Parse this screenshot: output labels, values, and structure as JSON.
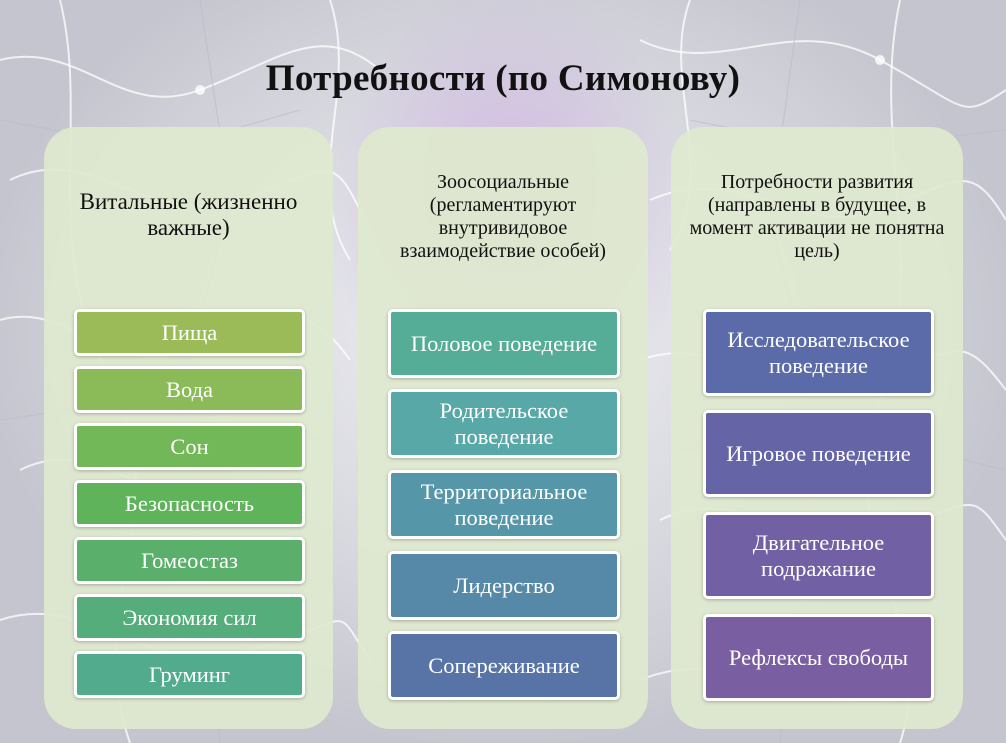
{
  "title": "Потребности (по Симонову)",
  "columns": [
    {
      "heading": "Витальные (жизненно важные)",
      "items": [
        "Пища",
        "Вода",
        "Сон",
        "Безопасность",
        "Гомеостаз",
        "Экономия сил",
        "Груминг"
      ],
      "colors": [
        "#9bbb59",
        "#8bbb59",
        "#72b758",
        "#5fb45b",
        "#5ab06a",
        "#55ad7c",
        "#53ab8d"
      ]
    },
    {
      "heading": "Зоосоциальные (регламентируют внутривидовое взаимодействие особей)",
      "items": [
        "Половое поведение",
        "Родительское поведение",
        "Территориальное поведение",
        "Лидерство",
        "Сопереживание"
      ],
      "colors": [
        "#55ad98",
        "#58a8a8",
        "#5597a9",
        "#5689a8",
        "#5874a6"
      ]
    },
    {
      "heading": "Потребности развития (направлены в будущее, в момент активации не понятна цель)",
      "items": [
        "Исследовательское поведение",
        "Игровое поведение",
        "Двигательное подражание",
        "Рефлексы свободы"
      ],
      "colors": [
        "#5b6aa8",
        "#6564a6",
        "#7161a4",
        "#7a5ea2"
      ]
    }
  ]
}
